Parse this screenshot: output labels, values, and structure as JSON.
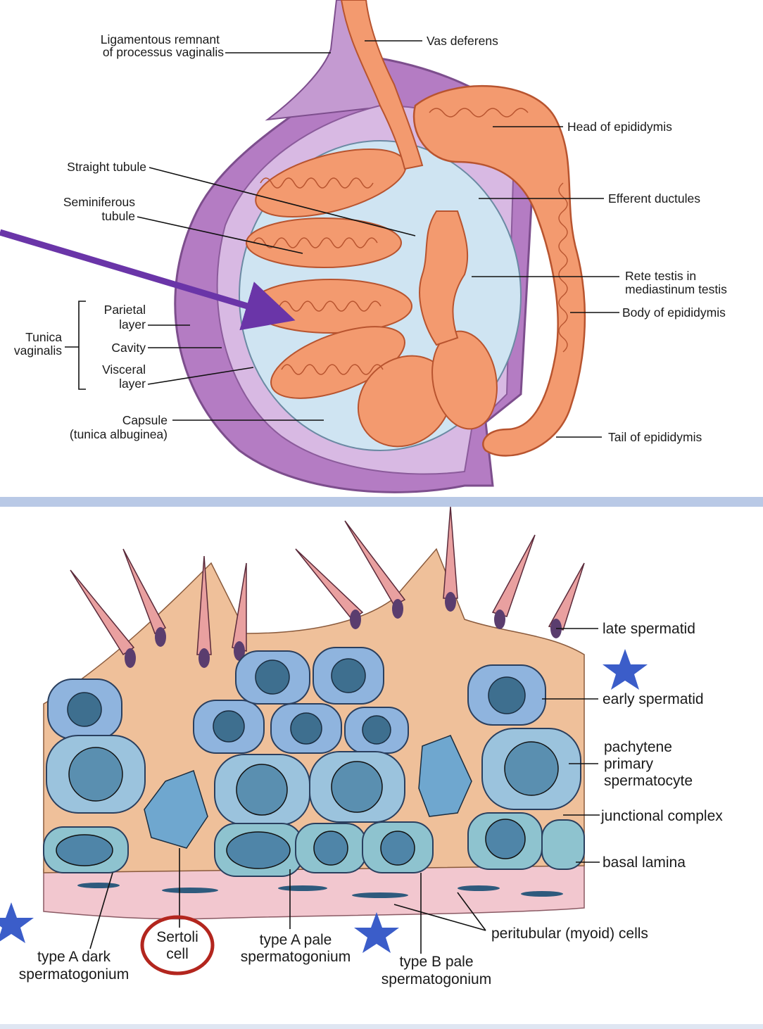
{
  "top_diagram": {
    "labels": {
      "ligamentous_line1": "Ligamentous remnant",
      "ligamentous_line2": "of processus vaginalis",
      "vas_deferens": "Vas deferens",
      "head_epididymis": "Head of epididymis",
      "straight_tubule": "Straight tubule",
      "seminiferous_line1": "Seminiferous",
      "seminiferous_line2": "tubule",
      "efferent_ductules": "Efferent ductules",
      "rete_line1": "Rete testis in",
      "rete_line2": "mediastinum testis",
      "body_epididymis": "Body of epididymis",
      "parietal_line1": "Parietal",
      "parietal_line2": "layer",
      "tunica_line1": "Tunica",
      "tunica_line2": "vaginalis",
      "cavity": "Cavity",
      "visceral_line1": "Visceral",
      "visceral_line2": "layer",
      "capsule_line1": "Capsule",
      "capsule_line2": "(tunica albuginea)",
      "tail_epididymis": "Tail of epididymis"
    },
    "colors": {
      "purple_outer": "#b47cc3",
      "lavender": "#d8b9e3",
      "light_blue": "#cfe4f2",
      "tubule_orange": "#f39a6f",
      "arrow": "#6a35a8"
    }
  },
  "bottom_diagram": {
    "labels": {
      "late_spermatid": "late spermatid",
      "early_spermatid": "early spermatid",
      "pachytene_line1": "pachytene",
      "pachytene_line2": "primary",
      "pachytene_line3": "spermatocyte",
      "junctional_complex": "junctional complex",
      "basal_lamina": "basal lamina",
      "peritubular": "peritubular (myoid) cells",
      "type_a_dark_line1": "type A dark",
      "type_a_dark_line2": "spermatogonium",
      "sertoli_line1": "Sertoli",
      "sertoli_line2": "cell",
      "type_a_pale_line1": "type A pale",
      "type_a_pale_line2": "spermatogonium",
      "type_b_pale_line1": "type B pale",
      "type_b_pale_line2": "spermatogonium"
    },
    "colors": {
      "cell_blue": "#8fb4de",
      "cell_teal": "#8ec3cf",
      "sertoli_tan": "#efc09a",
      "star": "#3b5dc9",
      "circle": "#b3261e"
    }
  },
  "divider_color": "#b9c9e6"
}
